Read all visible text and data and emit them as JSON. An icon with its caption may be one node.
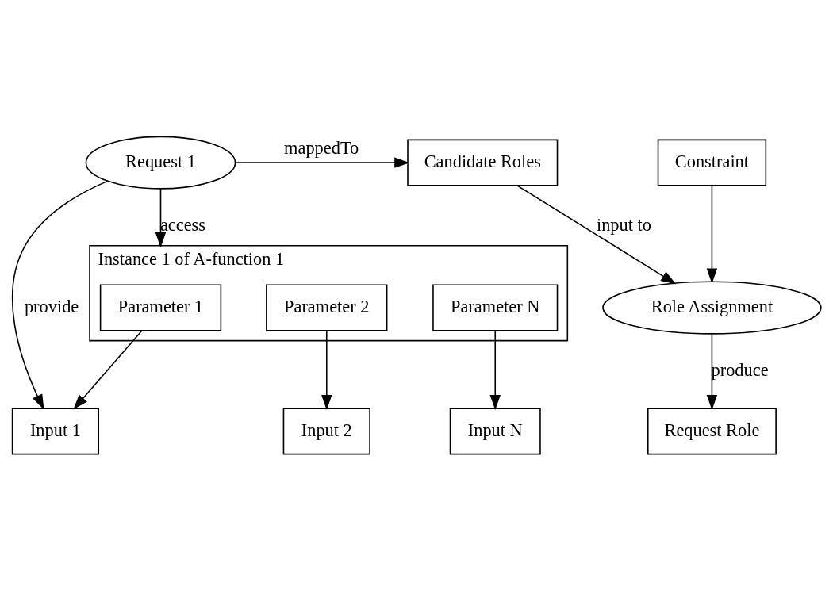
{
  "diagram": {
    "nodes": [
      {
        "text": [
          "Request 1"
        ]
      },
      {
        "text": [
          "Candidate Roles"
        ]
      },
      {
        "text": [
          "Constraint"
        ]
      },
      {
        "text": [
          "Role Assignment"
        ]
      },
      {
        "text": [
          "Request Role"
        ]
      },
      {
        "text": [
          "Instance 1 of A-function 1"
        ]
      },
      {
        "text": [
          "Parameter 1"
        ],
        "in": 5
      },
      {
        "text": [
          "Parameter 2"
        ],
        "in": 5
      },
      {
        "text": [
          "Parameter N"
        ],
        "in": 5
      },
      {
        "text": [
          "Input 1"
        ]
      },
      {
        "text": [
          "Input 2"
        ]
      },
      {
        "text": [
          "Input N"
        ]
      }
    ],
    "edges": [
      {
        "from": 0,
        "to": 1,
        "arrow": "to",
        "label": "mappedTo"
      },
      {
        "from": 0,
        "to": 5,
        "arrow": "to",
        "label": "access"
      },
      {
        "from": 0,
        "to": 9,
        "arrow": "to",
        "label": "provide"
      },
      {
        "from": 1,
        "to": 3,
        "arrow": "to",
        "label": "input to"
      },
      {
        "from": 2,
        "to": 3,
        "arrow": "to"
      },
      {
        "from": 3,
        "to": 4,
        "arrow": "to",
        "label": "produce"
      },
      {
        "from": 6,
        "to": 9,
        "arrow": "to"
      },
      {
        "from": 7,
        "to": 10,
        "arrow": "to"
      },
      {
        "from": 8,
        "to": 11,
        "arrow": "to"
      }
    ]
  }
}
